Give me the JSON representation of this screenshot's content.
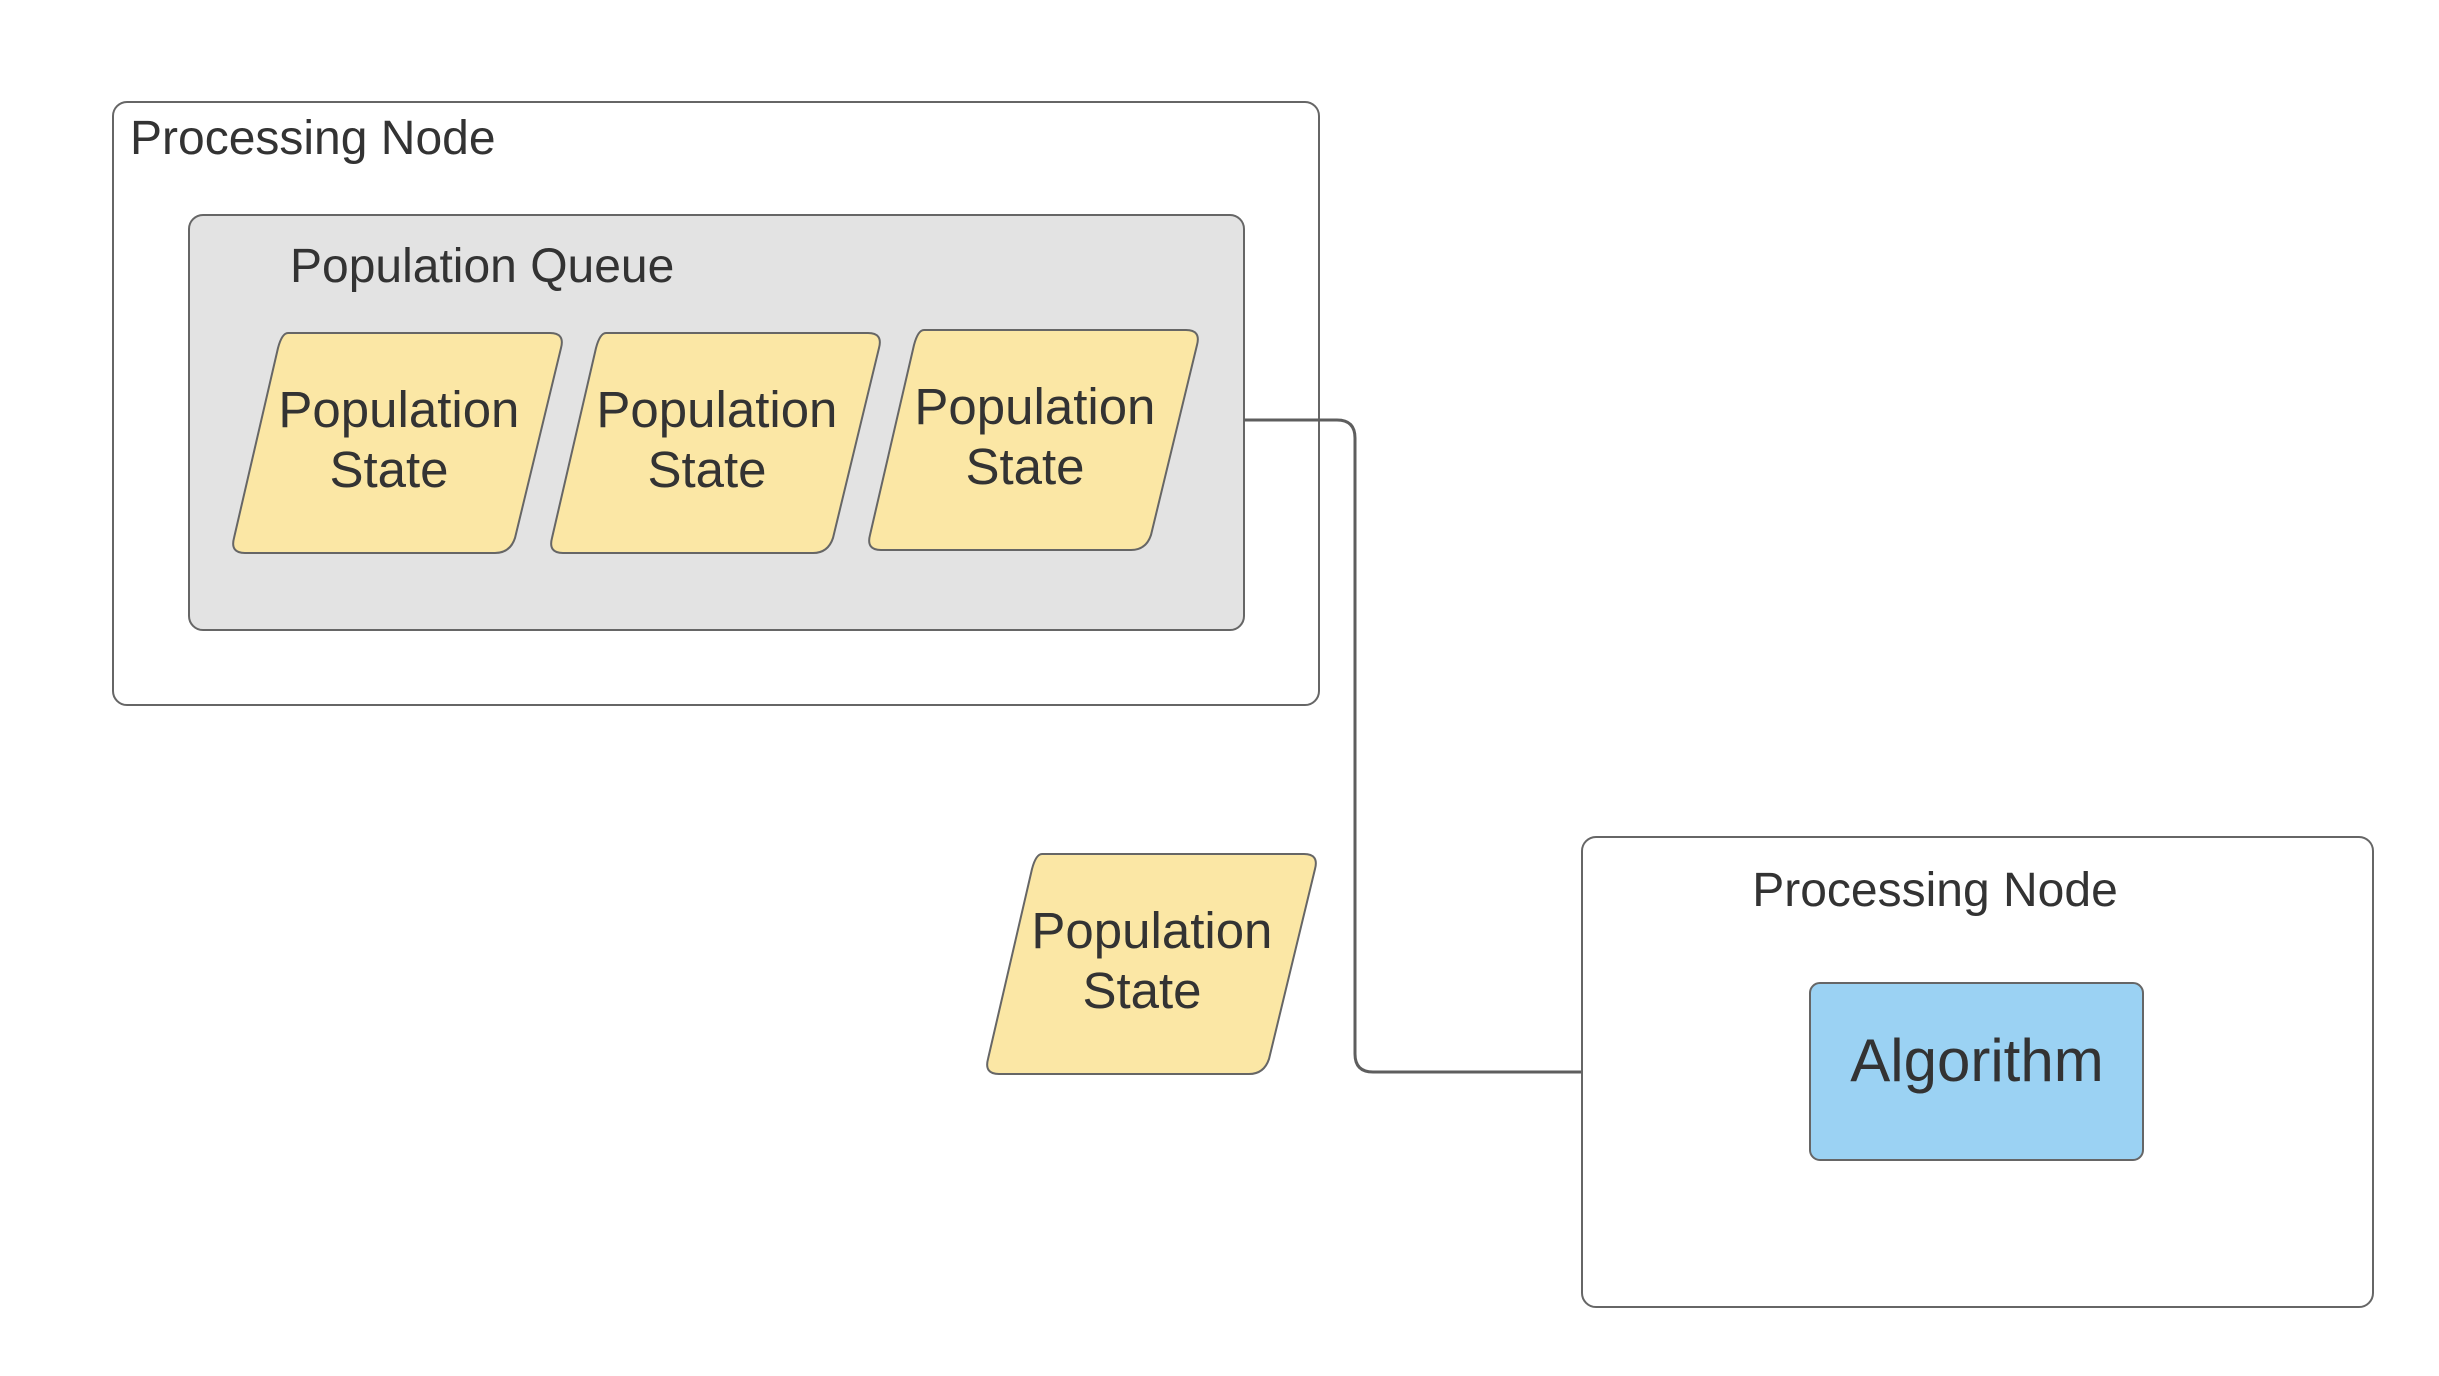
{
  "diagram": {
    "node_a": {
      "title": "Processing Node",
      "queue": {
        "title": "Population Queue",
        "states": [
          {
            "line1": "Population",
            "line2": "State"
          },
          {
            "line1": "Population",
            "line2": "State"
          },
          {
            "line1": "Population",
            "line2": "State"
          }
        ]
      }
    },
    "in_transit_state": {
      "line1": "Population",
      "line2": "State"
    },
    "node_b": {
      "title": "Processing Node",
      "algorithm": "Algorithm"
    }
  },
  "colors": {
    "node_border": "#666666",
    "queue_fill": "#e3e3e3",
    "state_fill": "#fbe7a5",
    "algorithm_fill": "#9bd2f3",
    "connector": "#5e5e5e",
    "text": "#333333"
  }
}
